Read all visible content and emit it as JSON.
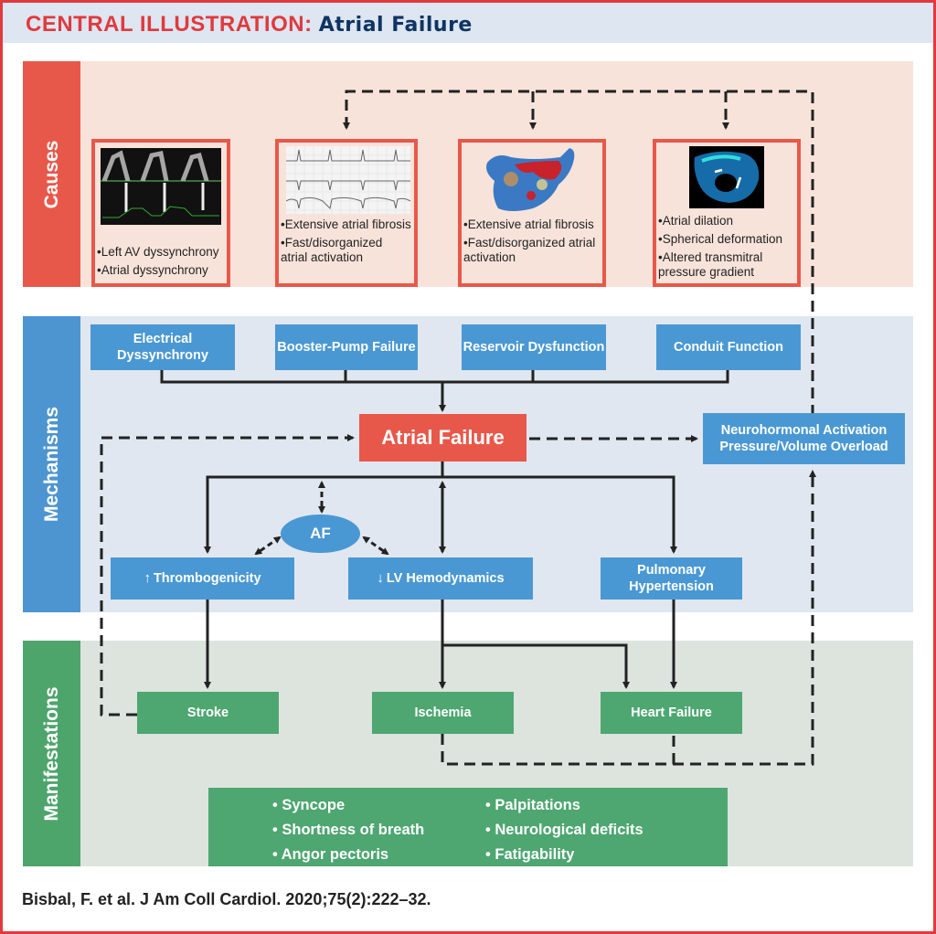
{
  "header": {
    "label": "CENTRAL ILLUSTRATION:",
    "title": "Atrial Failure"
  },
  "sections": {
    "causes": "Causes",
    "mechanisms": "Mechanisms",
    "manifestations": "Manifestations"
  },
  "causes": [
    {
      "image": "doppler-echocardiogram-image",
      "bullets": [
        "•Left AV dyssynchrony",
        "•Atrial dyssynchrony"
      ]
    },
    {
      "image": "ecg-tracing-image",
      "bullets": [
        "•Extensive atrial fibrosis",
        "•Fast/disorganized atrial activation"
      ]
    },
    {
      "image": "atrial-fibrosis-map-image",
      "bullets": [
        "•Extensive atrial fibrosis",
        "•Fast/disorganized atrial activation"
      ]
    },
    {
      "image": "atrial-flow-mri-image",
      "bullets": [
        "•Atrial dilation",
        "•Spherical deformation",
        "•Altered transmitral pressure gradient"
      ]
    }
  ],
  "mechanisms": {
    "top": [
      "Electrical Dyssynchrony",
      "Booster-Pump Failure",
      "Reservoir Dysfunction",
      "Conduit Function"
    ],
    "central": "Atrial Failure",
    "neuro": [
      "Neurohormonal Activation",
      "Pressure/Volume Overload"
    ],
    "af": "AF",
    "thrombo": {
      "symbol": "↑",
      "label": "Thrombogenicity"
    },
    "lv": {
      "symbol": "↓",
      "label": "LV Hemodynamics"
    },
    "pulmonary": [
      "Pulmonary",
      "Hypertension"
    ]
  },
  "manifestations": {
    "boxes": [
      "Stroke",
      "Ischemia",
      "Heart Failure"
    ],
    "symptoms_left": [
      "• Syncope",
      "• Shortness of breath",
      "• Angor pectoris"
    ],
    "symptoms_right": [
      "• Palpitations",
      "• Neurological deficits",
      "• Fatigability"
    ]
  },
  "citation": "Bisbal, F. et al. J Am Coll Cardiol. 2020;75(2):222–32.",
  "colors": {
    "causes": "#e8584a",
    "mechanisms": "#4a98d3",
    "manifestations": "#4ea671",
    "title_red": "#e03a3e",
    "title_navy": "#0f3462"
  }
}
